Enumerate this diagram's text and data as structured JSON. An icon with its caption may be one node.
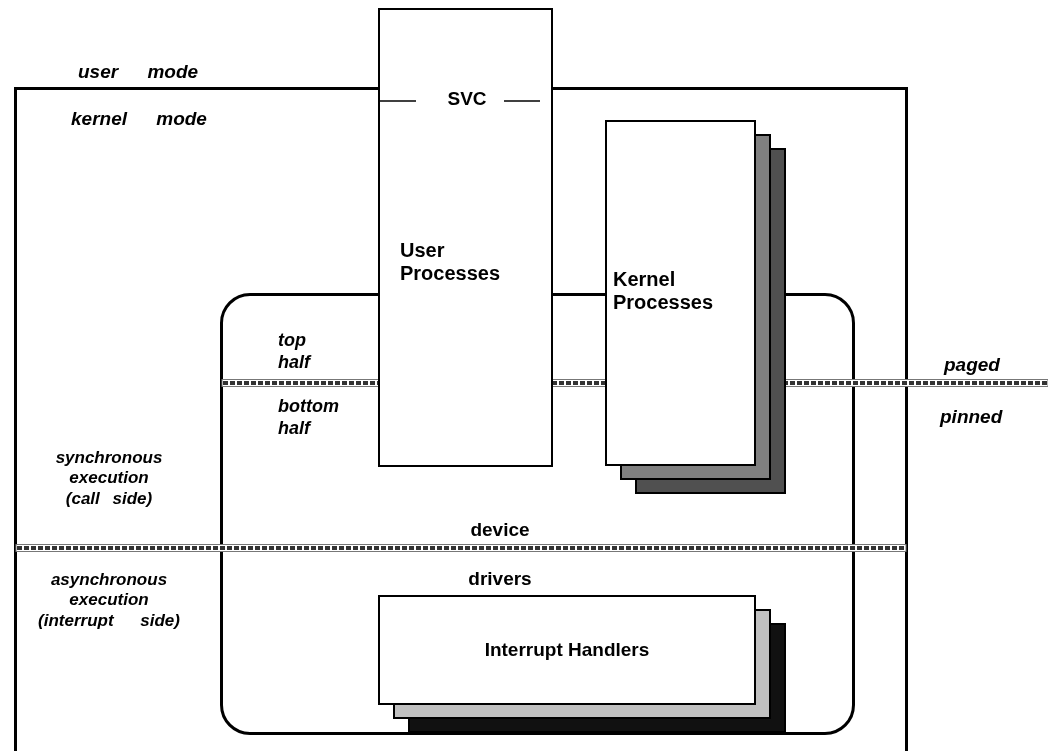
{
  "diagram": {
    "nodes": [
      {
        "text": [
          "kernel mode"
        ]
      },
      {
        "text": [
          "device",
          "drivers"
        ],
        "in": 0
      },
      {
        "text": [
          "SVC",
          "User Processes"
        ]
      },
      {
        "text": [
          "Kernel Processes"
        ],
        "in": 0
      },
      {
        "text": [
          "Interrupt Handlers"
        ],
        "in": 1
      }
    ],
    "labels": [
      "user mode",
      "top half",
      "bottom half",
      "paged",
      "pinned",
      "synchronous execution (call side)",
      "asynchronous execution (interrupt side)"
    ]
  }
}
